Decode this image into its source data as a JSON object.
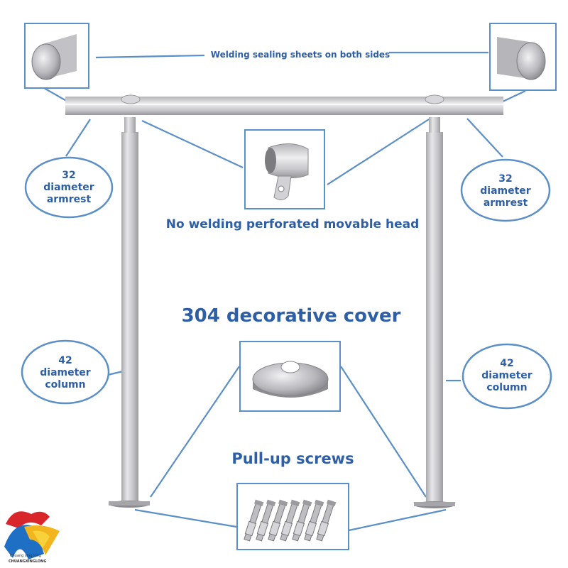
{
  "top_label": "Welding sealing sheets on both sides",
  "movable_head_label": "No welding perforated movable head",
  "cover_label": "304 decorative cover",
  "screws_label": "Pull-up screws",
  "armrest_left": {
    "line1": "32",
    "line2": "diameter",
    "line3": "armrest"
  },
  "armrest_right": {
    "line1": "32",
    "line2": "diameter",
    "line3": "armrest"
  },
  "column_left": {
    "line1": "42",
    "line2": "diameter",
    "line3": "column"
  },
  "column_right": {
    "line1": "42",
    "line2": "diameter",
    "line3": "column"
  },
  "logo": {
    "line1": "Chuang xing long",
    "line2": "CHUANGXINGLONG"
  },
  "colors": {
    "accent": "#2e5fa6",
    "frame": "#5b8fc7",
    "metal": "#c9c9cc"
  }
}
